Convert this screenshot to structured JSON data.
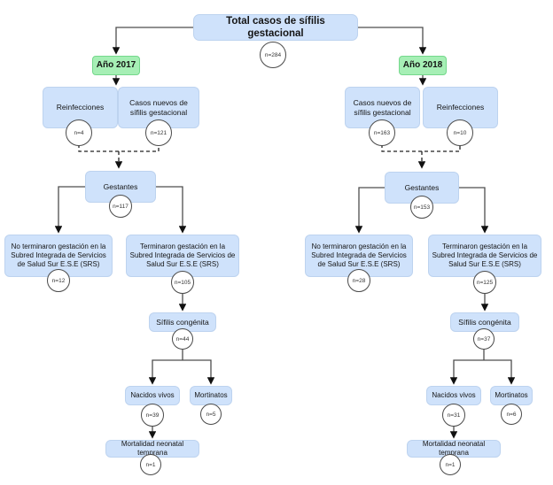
{
  "root": {
    "label": "Total casos de sífilis gestacional",
    "count": "n=284"
  },
  "branches": [
    {
      "year": "Año 2017",
      "children": [
        {
          "label": "Reinfecciones",
          "count": "n=4"
        },
        {
          "label": "Casos nuevos de sífilis gestacional",
          "count": "n=121"
        }
      ],
      "gestantes": {
        "label": "Gestantes",
        "count": "n=117"
      },
      "not_finished": {
        "label": "No terminaron gestación en la Subred Integrada de Servicios de Salud Sur E.S.E (SRS)",
        "count": "n=12"
      },
      "finished": {
        "label": "Terminaron gestación en la Subred Integrada de Servicios de Salud Sur E.S.E (SRS)",
        "count": "n=105"
      },
      "congenital": {
        "label": "Sífilis congénita",
        "count": "n=44"
      },
      "live_births": {
        "label": "Nacidos vivos",
        "count": "n=39"
      },
      "stillbirths": {
        "label": "Mortinatos",
        "count": "n=5"
      },
      "early_neonatal_mortality": {
        "label": "Mortalidad neonatal temprana",
        "count": "n=1"
      }
    },
    {
      "year": "Año 2018",
      "children": [
        {
          "label": "Casos nuevos de sífilis gestacional",
          "count": "n=163"
        },
        {
          "label": "Reinfecciones",
          "count": "n=10"
        }
      ],
      "gestantes": {
        "label": "Gestantes",
        "count": "n=153"
      },
      "not_finished": {
        "label": "No terminaron gestación en la Subred Integrada de Servicios de Salud Sur E.S.E (SRS)",
        "count": "n=28"
      },
      "finished": {
        "label": "Terminaron gestación en la Subred Integrada de Servicios de Salud Sur E.S.E (SRS)",
        "count": "n=125"
      },
      "congenital": {
        "label": "Sífilis congénita",
        "count": "n=37"
      },
      "live_births": {
        "label": "Nacidos vivos",
        "count": "n=31"
      },
      "stillbirths": {
        "label": "Mortinatos",
        "count": "n=6"
      },
      "early_neonatal_mortality": {
        "label": "Mortalidad neonatal temprana",
        "count": "n=1"
      }
    }
  ],
  "colors": {
    "node_fill": "#cfe2fb",
    "node_border": "#bdd3ef",
    "year_fill": "#a6efb5",
    "year_border": "#74d88b",
    "circle_fill": "#ffffff",
    "circle_border": "#4a4a4a",
    "line": "#4d4d4d",
    "arrow": "#111111"
  }
}
